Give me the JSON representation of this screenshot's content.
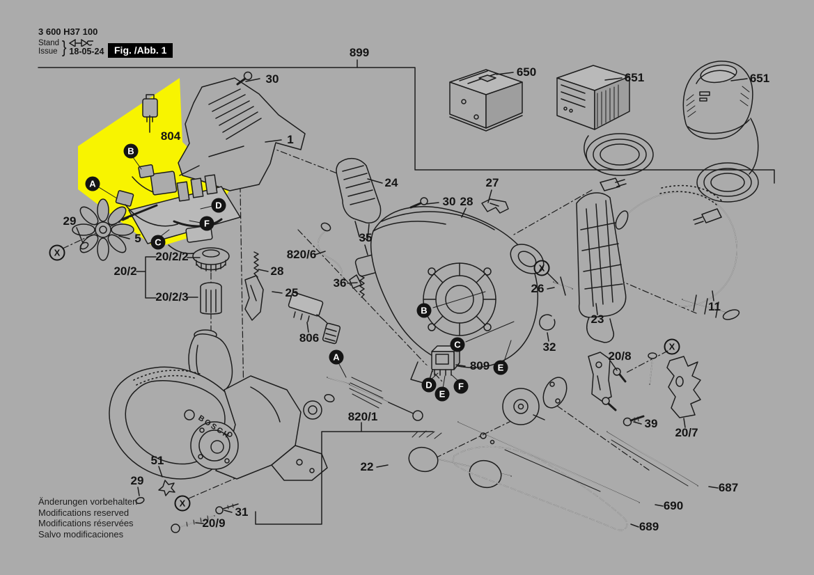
{
  "header": {
    "part_number": "3 600 H37 100",
    "stand_label": "Stand",
    "issue_label": "Issue",
    "brace": "}",
    "date": "18-05-24",
    "figure_label": "Fig. /Abb. 1"
  },
  "figure": {
    "background_color": "#ababab",
    "highlight_color": "#f8f400",
    "line_color": "#1c1c1c"
  },
  "part_labels": {
    "p899": "899",
    "p30_top": "30",
    "p1": "1",
    "p650": "650",
    "p651_left": "651",
    "p651_right": "651",
    "p804": "804",
    "p29_fan": "29",
    "p5": "5",
    "p20_2": "20/2",
    "p20_2_2": "20/2/2",
    "p20_2_3": "20/2/3",
    "p24": "24",
    "p30_mid": "30",
    "p28_right": "28",
    "p27": "27",
    "p820_6": "820/6",
    "p35": "35",
    "p28_left": "28",
    "p36": "36",
    "p25": "25",
    "p806": "806",
    "p26": "26",
    "p23": "23",
    "p11": "11",
    "p32": "32",
    "p809": "809",
    "p820_1": "820/1",
    "p20_8": "20/8",
    "p39": "39",
    "p20_7": "20/7",
    "p22": "22",
    "p51": "51",
    "p29_body": "29",
    "p31": "31",
    "p20_9": "20/9",
    "p687": "687",
    "p690": "690",
    "p689": "689"
  },
  "callout_letters": {
    "a": "A",
    "b": "B",
    "c": "C",
    "d": "D",
    "e": "E",
    "f": "F"
  },
  "reference_mark": "X",
  "drawing_text": {
    "bosch_logo": "BOSCH"
  },
  "footer": {
    "lines": [
      "Änderungen vorbehalten",
      "Modifications reserved",
      "Modifications réservées",
      "Salvo modificaciones"
    ]
  }
}
